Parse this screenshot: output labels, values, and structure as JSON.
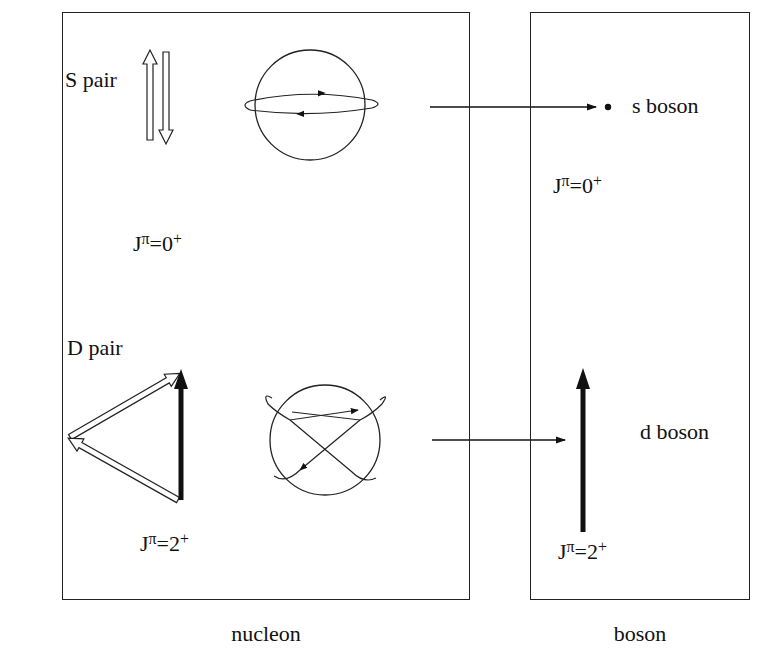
{
  "diagram": {
    "nodes": [
      {
        "text": [
          "nucleon"
        ]
      },
      {
        "text": [
          "boson"
        ]
      }
    ],
    "edges": [
      {
        "from": 0,
        "to": 1,
        "arrow": "to"
      },
      {
        "from": 0,
        "to": 1,
        "arrow": "to"
      }
    ],
    "labels": [
      "S pair",
      "Jπ=0+",
      "s boson",
      "Jπ=0+",
      "D pair",
      "Jπ=2+",
      "d boson",
      "Jπ=2+"
    ]
  }
}
